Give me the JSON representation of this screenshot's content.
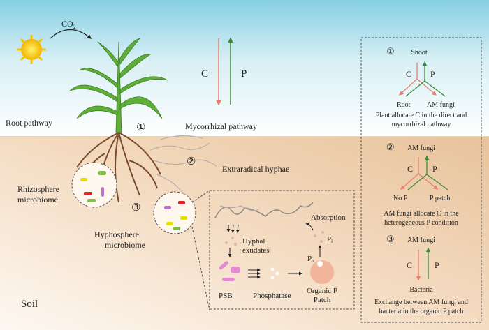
{
  "sky": {
    "co2": "CO",
    "co2_sub": "2",
    "root_pathway": "Root pathway",
    "mycorrhizal_pathway": "Mycorrhizal pathway",
    "c_label": "C",
    "p_label": "P"
  },
  "soil": {
    "label": "Soil",
    "rhizosphere": [
      "Rhizosphere",
      "microbiome"
    ],
    "hyphosphere": [
      "Hyphosphere",
      "microbiome"
    ],
    "extraradical": "Extraradical hyphae",
    "markers": [
      "①",
      "②",
      "③"
    ]
  },
  "inset": {
    "hyphal_exudates": [
      "Hyphal",
      "exudates"
    ],
    "psb": "PSB",
    "phosphatase": "Phosphatase",
    "organic_p": [
      "Organic P",
      "Patch"
    ],
    "absorption": "Absorption",
    "pi": "P",
    "pi_sub": "i",
    "po": "P",
    "po_sub": "o"
  },
  "panel": {
    "s1": {
      "num": "①",
      "top": "Shoot",
      "c": "C",
      "p": "P",
      "left": "Root",
      "right": "AM fungi",
      "caption": [
        "Plant allocate C in the direct and",
        "mycorrhizal pathway"
      ]
    },
    "s2": {
      "num": "②",
      "top": "AM fungi",
      "c": "C",
      "p": "P",
      "left": "No P",
      "right": "P patch",
      "caption": [
        "AM fungi allocate C in the",
        "heterogeneous P condition"
      ]
    },
    "s3": {
      "num": "③",
      "top": "AM fungi",
      "c": "C",
      "p": "P",
      "bottom": "Bacteria",
      "caption": [
        "Exchange between AM fungi and",
        "bacteria in the organic P patch"
      ]
    }
  },
  "colors": {
    "carbon": "#e8806e",
    "phosphorus": "#3f8a3a",
    "root": "#7a4a2a"
  }
}
